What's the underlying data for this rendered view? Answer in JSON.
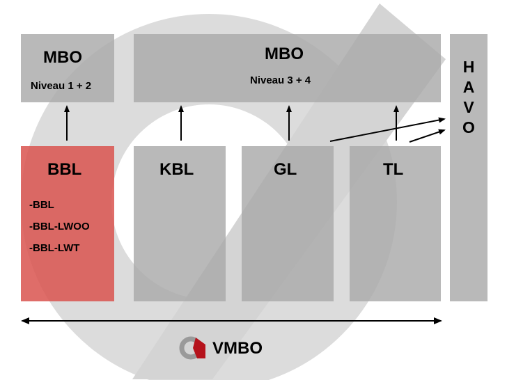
{
  "mbo_left": {
    "title": "MBO",
    "subtitle": "Niveau 1 + 2"
  },
  "mbo_right": {
    "title": "MBO",
    "subtitle": "Niveau 3 + 4"
  },
  "havo": {
    "letters": [
      "H",
      "A",
      "V",
      "O"
    ]
  },
  "tracks": [
    {
      "label": "BBL",
      "items": [
        "-BBL",
        "-BBL-LWOO",
        "-BBL-LWT"
      ]
    },
    {
      "label": "KBL"
    },
    {
      "label": "GL"
    },
    {
      "label": "TL"
    }
  ],
  "footer": {
    "label": "VMBO",
    "logo_icon": "vmbo-logo-icon"
  },
  "colors": {
    "box_gray": "#a9a9a9",
    "bbl_red": "#d9534f",
    "background_shape": "#d6d6d6",
    "logo_red": "#b5121b"
  }
}
